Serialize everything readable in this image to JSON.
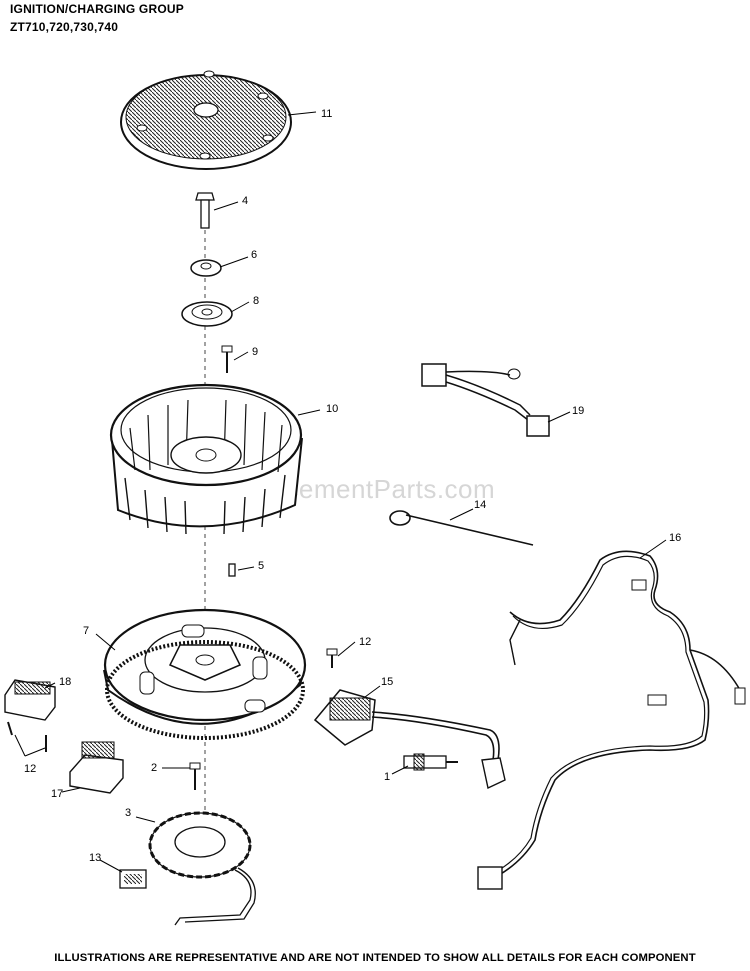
{
  "title": "IGNITION/CHARGING GROUP",
  "models": "ZT710,720,730,740",
  "watermark": "eReplacementParts.com",
  "footer": "ILLUSTRATIONS ARE REPRESENTATIVE AND ARE NOT INTENDED TO SHOW ALL DETAILS FOR EACH COMPONENT",
  "callouts": {
    "c1": "1",
    "c2": "2",
    "c3": "3",
    "c4": "4",
    "c5": "5",
    "c6": "6",
    "c7": "7",
    "c8": "8",
    "c9": "9",
    "c10": "10",
    "c11": "11",
    "c12a": "12",
    "c12b": "12",
    "c13": "13",
    "c14": "14",
    "c15": "15",
    "c16": "16",
    "c17": "17",
    "c18": "18",
    "c19": "19"
  }
}
